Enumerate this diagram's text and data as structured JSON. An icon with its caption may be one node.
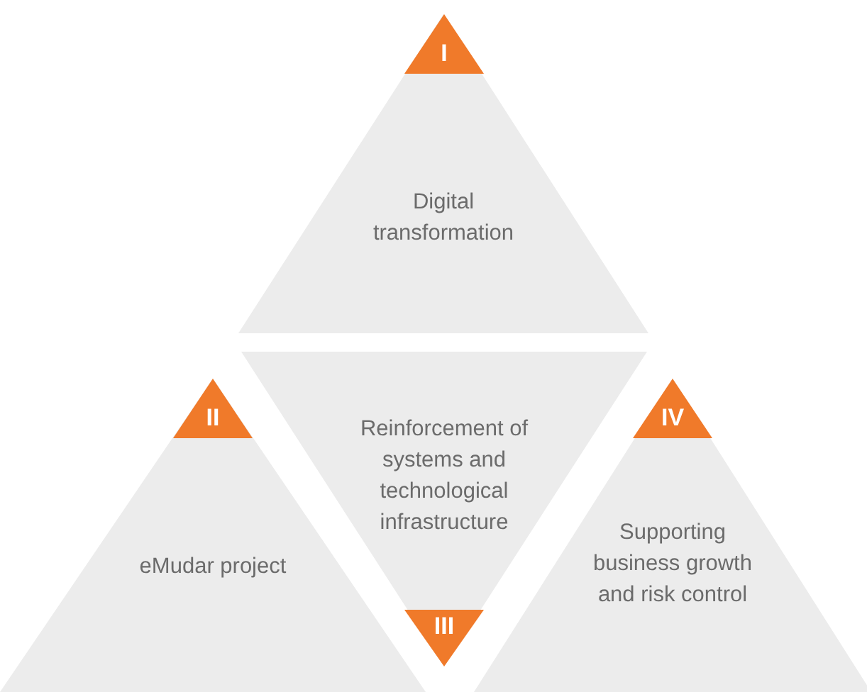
{
  "diagram": {
    "nodes": [
      {
        "text": [
          "Digital transformation"
        ]
      },
      {
        "text": [
          "I"
        ],
        "in": 0
      },
      {
        "text": [
          "eMudar project"
        ]
      },
      {
        "text": [
          "II"
        ],
        "in": 2
      },
      {
        "text": [
          "Reinforcement of systems and technological infrastructure"
        ]
      },
      {
        "text": [
          "III"
        ],
        "in": 4
      },
      {
        "text": [
          "Supporting business growth and risk control"
        ]
      },
      {
        "text": [
          "IV"
        ],
        "in": 6
      }
    ]
  }
}
